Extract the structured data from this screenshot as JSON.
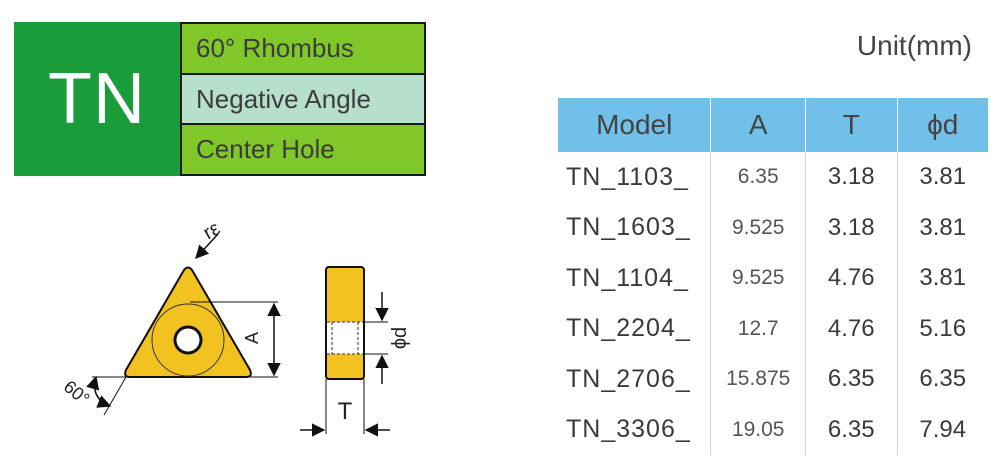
{
  "code": {
    "letters": "TN",
    "rows": [
      "60° Rhombus",
      "Negative Angle",
      "Center Hole"
    ]
  },
  "unit_label": "Unit(mm)",
  "table": {
    "headers": [
      "Model",
      "A",
      "T",
      "ϕd"
    ],
    "rows": [
      [
        "TN_1103_",
        "6.35",
        "3.18",
        "3.81"
      ],
      [
        "TN_1603_",
        "9.525",
        "3.18",
        "3.81"
      ],
      [
        "TN_1104_",
        "9.525",
        "4.76",
        "3.81"
      ],
      [
        "TN_2204_",
        "12.7",
        "4.76",
        "5.16"
      ],
      [
        "TN_2706_",
        "15.875",
        "6.35",
        "6.35"
      ],
      [
        "TN_3306_",
        "19.05",
        "6.35",
        "7.94"
      ]
    ]
  },
  "drawing": {
    "corner_radius_label": "rε",
    "angle_label": "60°",
    "a_label": "A",
    "t_label": "T",
    "d_label": "ϕd"
  },
  "colors": {
    "code_green": "#1b9c3a",
    "row_green": "#80c829",
    "row_mint": "#b6e0cb",
    "header_blue": "#70c0ea",
    "insert_yellow": "#f2c221"
  }
}
